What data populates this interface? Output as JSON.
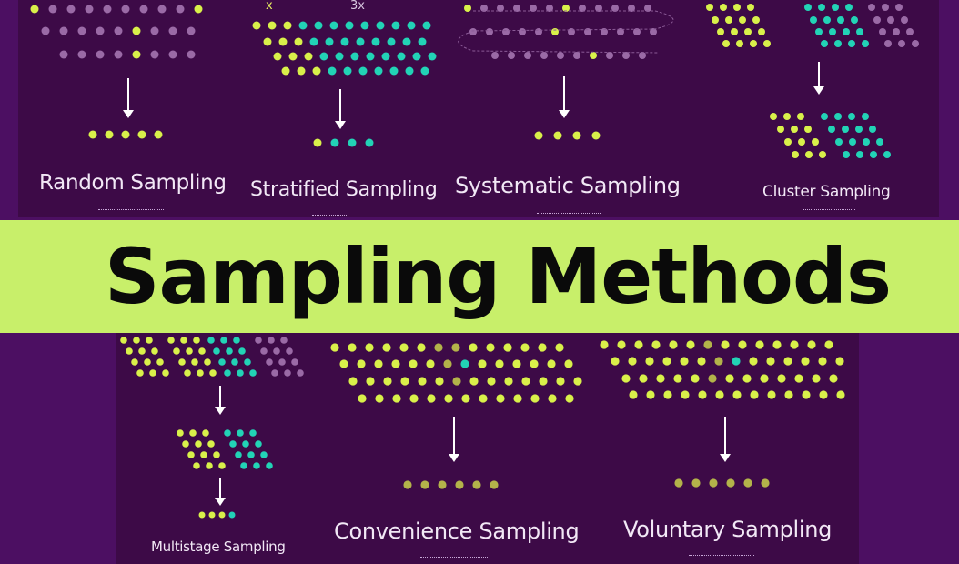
{
  "title": "Sampling Methods",
  "colors": {
    "background": "#4c0f62",
    "panel": "#3d0a47",
    "banner": "#c8ef6a",
    "dot_selected": "#d9f04a",
    "dot_teal": "#22d3b6",
    "dot_muted": "#9a6aa6",
    "dot_olive": "#b3b34a"
  },
  "methods": {
    "random": "Random Sampling",
    "stratified": "Stratified Sampling",
    "systematic": "Systematic Sampling",
    "cluster": "Cluster Sampling",
    "multistage": "Multistage Sampling",
    "convenience": "Convenience Sampling",
    "voluntary": "Voluntary Sampling"
  },
  "stratified_ratios": {
    "left": "x",
    "right": "3x"
  }
}
